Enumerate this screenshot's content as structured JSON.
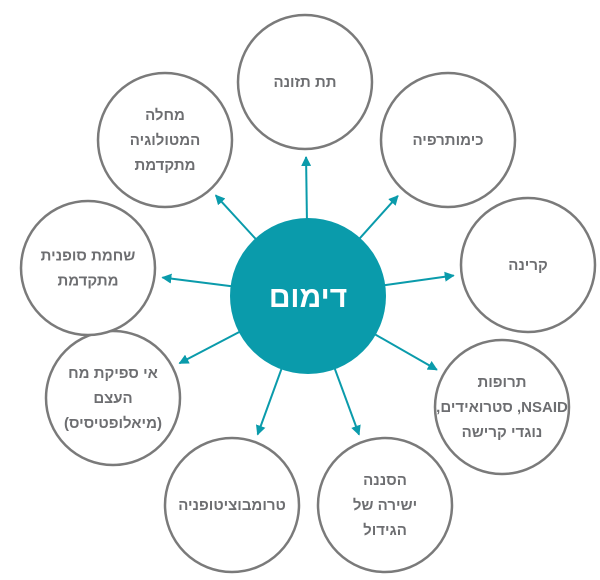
{
  "colors": {
    "accent": "#0a9bab",
    "circle_stroke": "#7a7a7a",
    "text": "#6d6e71"
  },
  "center": {
    "label": "דימום"
  },
  "nodes": [
    {
      "id": "malnutrition",
      "lines": [
        "תת תזונה"
      ]
    },
    {
      "id": "chemotherapy",
      "lines": [
        "כימותרפיה"
      ]
    },
    {
      "id": "radiation",
      "lines": [
        "קרינה"
      ]
    },
    {
      "id": "medications",
      "lines": [
        "תרופות",
        "NSAID, סטרואידים,",
        "נוגדי קרישה"
      ]
    },
    {
      "id": "tumor-invasion",
      "lines": [
        "הסננה",
        "ישירה של",
        "הגידול"
      ]
    },
    {
      "id": "thrombocytopenia",
      "lines": [
        "טרומבוציטופניה"
      ]
    },
    {
      "id": "myelophthisis",
      "lines": [
        "אי ספיקת מח",
        "העצם",
        "(מיאלופטיסיס)"
      ]
    },
    {
      "id": "liver-cirrhosis",
      "lines": [
        "שחמת סופנית",
        "מתקדמת"
      ]
    },
    {
      "id": "hematologic-disease",
      "lines": [
        "מחלה",
        "המטולוגיה",
        "מתקדמת"
      ]
    }
  ]
}
